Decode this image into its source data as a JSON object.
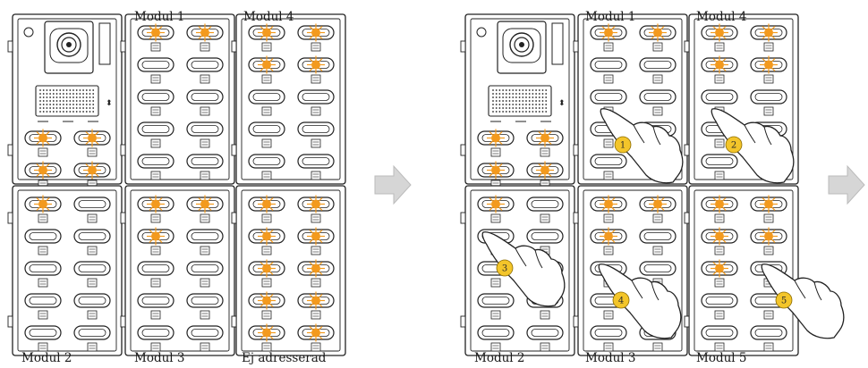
{
  "colors": {
    "outline": "#222222",
    "glow": "#f39a1e",
    "badge_fill": "#f3c52a",
    "arrow_fill": "#d6d6d6"
  },
  "left": {
    "label_modul1": "Modul 1",
    "label_modul4": "Modul 4",
    "label_modul2": "Modul 2",
    "label_modul3": "Modul 3",
    "label_unassigned": "Ej adresserad"
  },
  "right": {
    "label_modul1": "Modul 1",
    "label_modul4": "Modul 4",
    "label_modul2": "Modul 2",
    "label_modul3": "Modul 3",
    "label_modul5": "Modul 5"
  },
  "steps": {
    "s1": "1",
    "s2": "2",
    "s3": "3",
    "s4": "4",
    "s5": "5"
  },
  "panels": {
    "left": {
      "audio_lit": [
        [
          0,
          0
        ],
        [
          0,
          1
        ],
        [
          1,
          0
        ],
        [
          1,
          1
        ]
      ],
      "m1_lit": [
        [
          0,
          0
        ],
        [
          0,
          1
        ]
      ],
      "m4_lit": [
        [
          0,
          0
        ],
        [
          0,
          1
        ],
        [
          1,
          0
        ],
        [
          1,
          1
        ]
      ],
      "m2_lit": [
        [
          0,
          0
        ]
      ],
      "m3_lit": [
        [
          0,
          0
        ],
        [
          0,
          1
        ],
        [
          1,
          0
        ]
      ],
      "m5_lit": [
        [
          0,
          0
        ],
        [
          0,
          1
        ],
        [
          1,
          0
        ],
        [
          1,
          1
        ],
        [
          2,
          0
        ],
        [
          2,
          1
        ],
        [
          3,
          0
        ],
        [
          3,
          1
        ],
        [
          4,
          0
        ],
        [
          4,
          1
        ]
      ]
    },
    "right": {
      "audio_lit": [
        [
          0,
          0
        ],
        [
          0,
          1
        ],
        [
          1,
          0
        ],
        [
          1,
          1
        ]
      ],
      "m1_lit": [
        [
          0,
          0
        ],
        [
          0,
          1
        ]
      ],
      "m4_lit": [
        [
          0,
          0
        ],
        [
          0,
          1
        ],
        [
          1,
          0
        ],
        [
          1,
          1
        ]
      ],
      "m2_lit": [
        [
          0,
          0
        ]
      ],
      "m3_lit": [
        [
          0,
          0
        ],
        [
          0,
          1
        ],
        [
          1,
          0
        ]
      ],
      "m5_lit": [
        [
          0,
          0
        ],
        [
          0,
          1
        ],
        [
          1,
          0
        ],
        [
          1,
          1
        ],
        [
          2,
          0
        ]
      ]
    }
  }
}
